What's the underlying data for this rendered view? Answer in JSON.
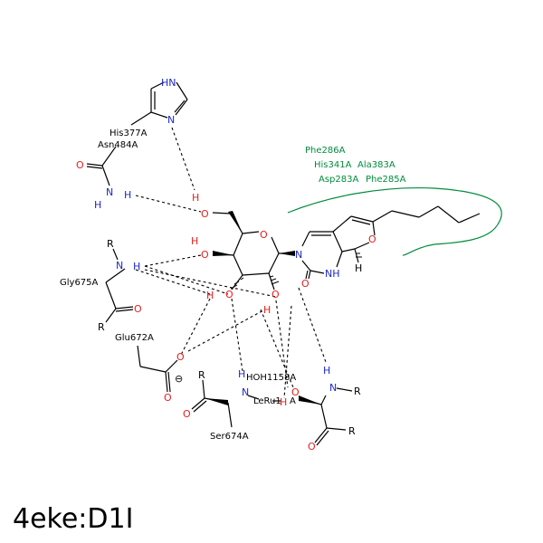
{
  "title": "4eke:D1I",
  "colors": {
    "bond": "#000000",
    "nitrogen": "#1e28c8",
    "oxygen": "#e61e1e",
    "hydrophobic": "#008c3c",
    "hbond": "#000000"
  },
  "residues": {
    "his377": "His377A",
    "asn484": "Asn484A",
    "gly675": "Gly675A",
    "glu672": "Glu672A",
    "ser674": "Ser674A",
    "hoh1158": "HOH1158A",
    "leu": "LeRu1",
    "res_a": "A"
  },
  "hydrophobic_residues": {
    "phe286": "Phe286A",
    "his341": "His341A",
    "ala383": "Ala383A",
    "asp283": "Asp283A",
    "phe285": "Phe285A"
  },
  "atoms": {
    "nitrogen": "N",
    "oxygen": "O",
    "hydrogen": "H",
    "r_group": "R",
    "nh": "NH",
    "hn": "HN",
    "charge": "⊖"
  }
}
